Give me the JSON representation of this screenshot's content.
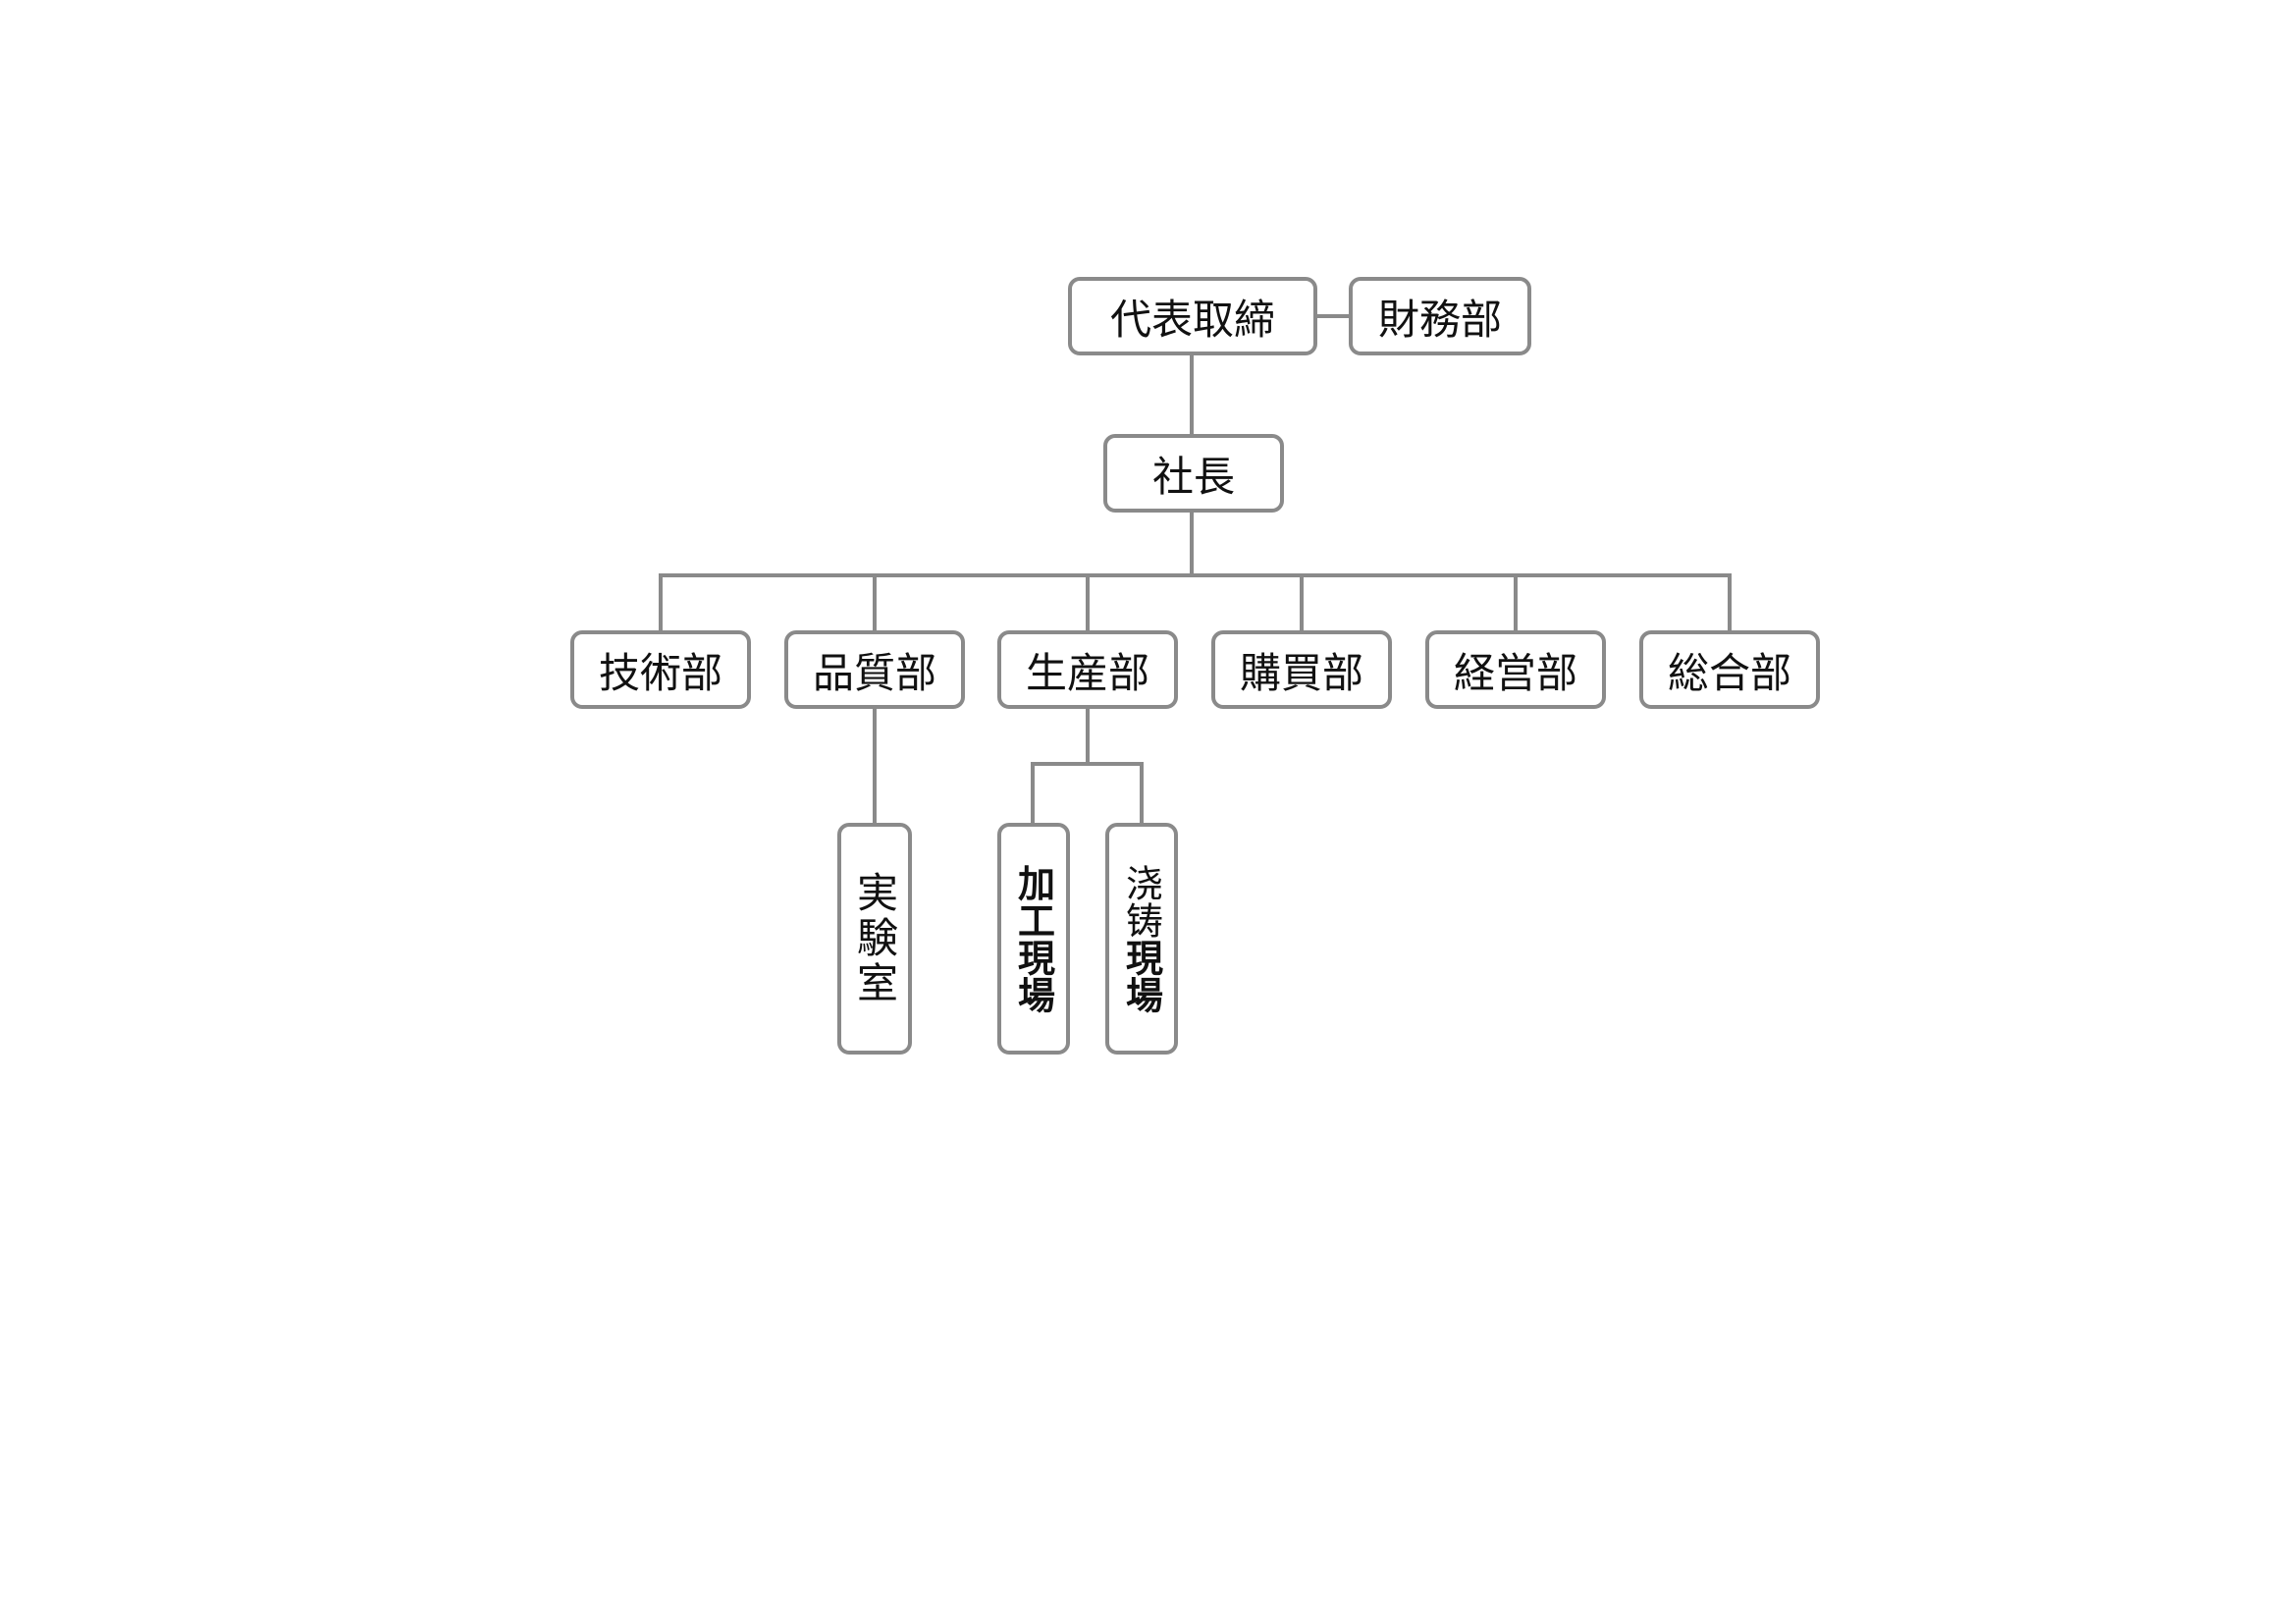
{
  "org_chart": {
    "representative_director": "代表取締",
    "finance_department": "財務部",
    "president": "社長",
    "departments": [
      {
        "label": "技術部"
      },
      {
        "label": "品質部"
      },
      {
        "label": "生産部"
      },
      {
        "label": "購買部"
      },
      {
        "label": "経営部"
      },
      {
        "label": "総合部"
      }
    ],
    "quality_sub": {
      "label": "実験室"
    },
    "production_sub": [
      {
        "label": "加工現場"
      },
      {
        "label_top": "浇铸",
        "label_bottom": "現場"
      }
    ]
  },
  "colors": {
    "border": "#8a8a8a",
    "line": "#8a8a8a",
    "text": "#111111",
    "background": "#ffffff"
  }
}
